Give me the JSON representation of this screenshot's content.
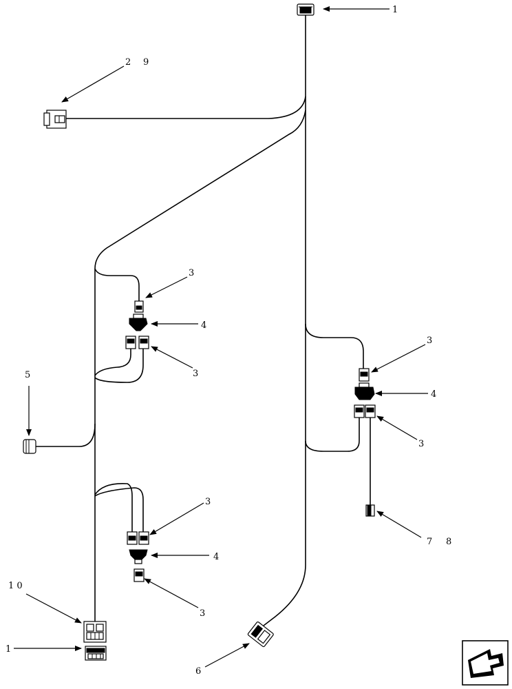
{
  "callouts": {
    "c1_top": "1",
    "c2": "2",
    "c9": "9",
    "c3_a": "3",
    "c4_a": "4",
    "c3_b": "3",
    "c5": "5",
    "c3_c": "3",
    "c4_b": "4",
    "c3_d": "3",
    "c3_e": "3",
    "c4_c": "4",
    "c3_f": "3",
    "c7": "7",
    "c8": "8",
    "c10": "1 0",
    "c1_bottom": "1",
    "c6": "6"
  },
  "icons": {
    "corner_icon": "navigation-arrow-icon"
  }
}
